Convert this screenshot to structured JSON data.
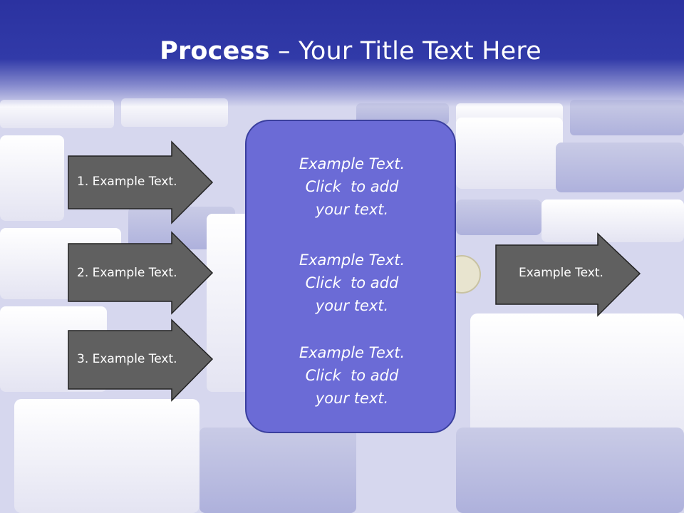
{
  "slide": {
    "title_strong": "Process",
    "title_rest": " – Your Title Text Here"
  },
  "inputs": [
    {
      "label": "1. Example Text."
    },
    {
      "label": "2. Example Text."
    },
    {
      "label": "3. Example Text."
    }
  ],
  "center_box": {
    "items": [
      {
        "line1": "Example Text.",
        "line2": "Click  to add",
        "line3": "your text."
      },
      {
        "line1": "Example Text.",
        "line2": "Click  to add",
        "line3": "your text."
      },
      {
        "line1": "Example Text.",
        "line2": "Click  to add",
        "line3": "your text."
      }
    ]
  },
  "output": {
    "label": "Example Text."
  },
  "colors": {
    "header": "#2b32a0",
    "arrow_fill": "#606060",
    "center_fill": "#6b6bd6"
  }
}
